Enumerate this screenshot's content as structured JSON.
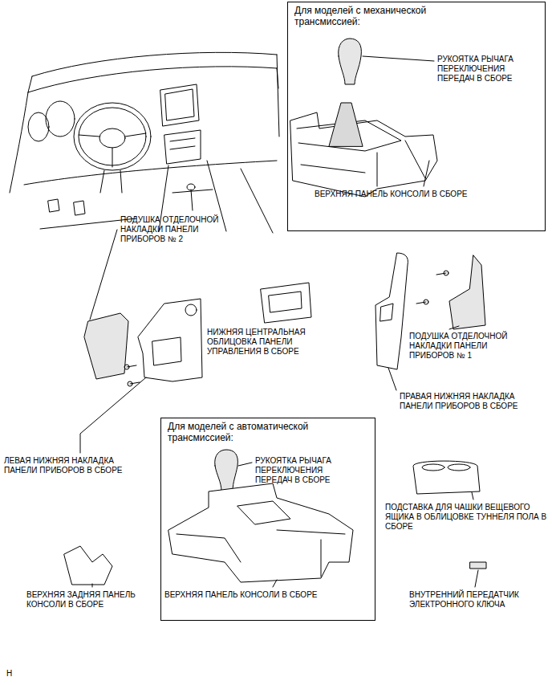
{
  "diagram": {
    "nodes": [
      {
        "text": [
          "Для моделей с механической трансмиссией:"
        ]
      },
      {
        "text": [
          "Для моделей с автоматической трансмиссией:"
        ]
      }
    ],
    "labels": [
      "РУКОЯТКА РЫЧАГА ПЕРЕКЛЮЧЕНИЯ ПЕРЕДАЧ В СБОРЕ",
      "ВЕРХНЯЯ ПАНЕЛЬ КОНСОЛИ В СБОРЕ",
      "ПОДУШКА ОТДЕЛОЧНОЙ НАКЛАДКИ ПАНЕЛИ ПРИБОРОВ № 2",
      "НИЖНЯЯ ЦЕНТРАЛЬНАЯ ОБЛИЦОВКА ПАНЕЛИ УПРАВЛЕНИЯ В СБОРЕ",
      "ПОДУШКА ОТДЕЛОЧНОЙ НАКЛАДКИ ПАНЕЛИ ПРИБОРОВ № 1",
      "ПРАВАЯ НИЖНЯЯ НАКЛАДКА ПАНЕЛИ ПРИБОРОВ В СБОРЕ",
      "ЛЕВАЯ НИЖНЯЯ НАКЛАДКА ПАНЕЛИ ПРИБОРОВ В СБОРЕ",
      "РУКОЯТКА РЫЧАГА ПЕРЕКЛЮЧЕНИЯ ПЕРЕДАЧ В СБОРЕ",
      "ПОДСТАВКА ДЛЯ ЧАШКИ ВЕЩЕВОГО ЯЩИКА В ОБЛИЦОВКЕ ТУННЕЛЯ ПОЛА В СБОРЕ",
      "ВЕРХНЯЯ ЗАДНЯЯ ПАНЕЛЬ КОНСОЛИ В СБОРЕ",
      "ВЕРХНЯЯ ПАНЕЛЬ КОНСОЛИ В СБОРЕ",
      "ВНУТРЕННИЙ ПЕРЕДАТЧИК ЭЛЕКТРОННОГО КЛЮЧА",
      "H"
    ]
  }
}
